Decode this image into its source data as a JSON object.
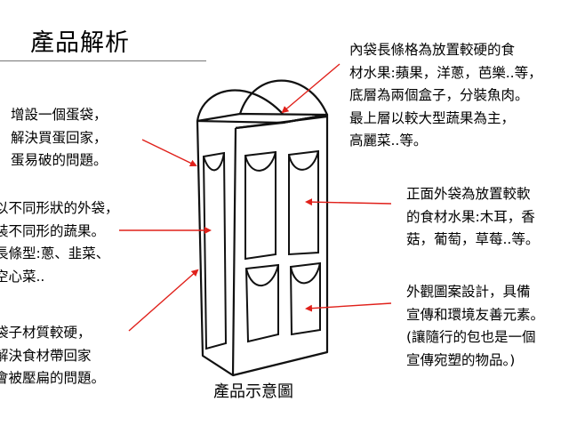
{
  "title": "產品解析",
  "caption": "產品示意圖",
  "arrow_color": "#e0201a",
  "annotations": {
    "left_1": [
      "增設一個蛋袋，",
      "解決買蛋回家，",
      "蛋易破的問題。"
    ],
    "left_2": [
      "以不同形狀的外袋，",
      "裝不同形的蔬果。",
      "長條型:蔥、韭菜、",
      "空心菜.."
    ],
    "left_3": [
      "袋子材質較硬，",
      "解決食材帶回家",
      "會被壓扁的問題。"
    ],
    "right_1": [
      "內袋長條格為放置較硬的食",
      "材水果:蘋果，洋蔥，芭樂..等，",
      "底層為兩個盒子，分裝魚肉。",
      "最上層以較大型蔬果為主，",
      "高麗菜..等。"
    ],
    "right_2": [
      "正面外袋為放置較軟",
      "的食材水果:木耳，香",
      "菇，葡萄，草莓..等。"
    ],
    "right_3": [
      "外觀圖案設計，具備",
      "宣傳和環境友善元素。",
      "(讓隨行的包也是一個",
      "宣傳宛塑的物品。)"
    ]
  }
}
